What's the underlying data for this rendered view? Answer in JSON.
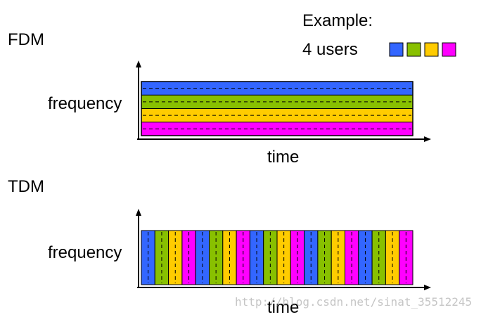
{
  "example": {
    "title": "Example:",
    "users_label": "4 users"
  },
  "users": [
    {
      "color": "#3366ff"
    },
    {
      "color": "#88c000"
    },
    {
      "color": "#ffcc00"
    },
    {
      "color": "#ff00ff"
    }
  ],
  "fdm": {
    "title": "FDM",
    "y_label": "frequency",
    "x_label": "time"
  },
  "tdm": {
    "title": "TDM",
    "y_label": "frequency",
    "x_label": "time",
    "slot_count": 20
  },
  "watermark": "http://blog.csdn.net/sinat_35512245"
}
